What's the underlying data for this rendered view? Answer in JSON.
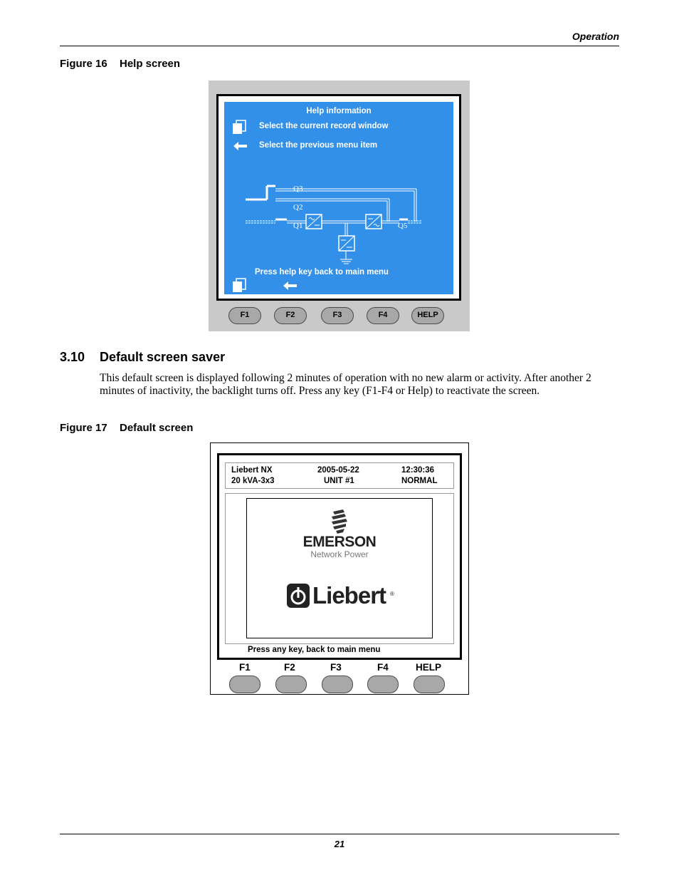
{
  "header": {
    "section": "Operation"
  },
  "figure16": {
    "number": "Figure 16",
    "title": "Help screen",
    "lcd": {
      "heading": "Help information",
      "line1": "Select the current record window",
      "line2": "Select the previous menu item",
      "footer": "Press help key back to main menu",
      "labels": {
        "q3": "Q3",
        "q2": "Q2",
        "q1": "Q1",
        "q5": "Q5"
      }
    },
    "keys": [
      "F1",
      "F2",
      "F3",
      "F4",
      "HELP"
    ]
  },
  "section": {
    "number": "3.10",
    "title": "Default screen saver",
    "paragraph": "This default screen is displayed following 2 minutes of operation with no new alarm or activity. After another 2 minutes of inactivity, the backlight turns off. Press any key (F1-F4 or Help) to reactivate the screen."
  },
  "figure17": {
    "number": "Figure 17",
    "title": "Default screen",
    "info": {
      "model": "Liebert NX",
      "date": "2005-05-22",
      "time": "12:30:36",
      "rating": "20 kVA-3x3",
      "unit": "UNIT #1",
      "status": "NORMAL"
    },
    "logos": {
      "emerson": "EMERSON",
      "network_power": "Network Power",
      "liebert": "Liebert"
    },
    "footer": "Press any key, back to main menu",
    "keys": [
      "F1",
      "F2",
      "F3",
      "F4",
      "HELP"
    ]
  },
  "page_number": "21"
}
